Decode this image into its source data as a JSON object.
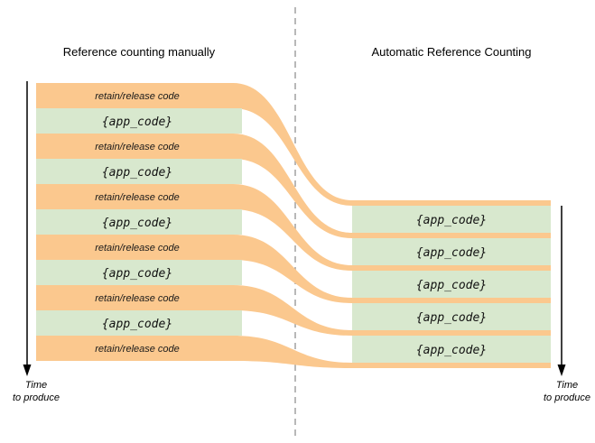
{
  "titles": {
    "left": "Reference counting manually",
    "right": "Automatic Reference Counting"
  },
  "left_column": {
    "bands": [
      {
        "kind": "retain",
        "label": "retain/release code"
      },
      {
        "kind": "app",
        "label": "{app_code}"
      },
      {
        "kind": "retain",
        "label": "retain/release code"
      },
      {
        "kind": "app",
        "label": "{app_code}"
      },
      {
        "kind": "retain",
        "label": "retain/release code"
      },
      {
        "kind": "app",
        "label": "{app_code}"
      },
      {
        "kind": "retain",
        "label": "retain/release code"
      },
      {
        "kind": "app",
        "label": "{app_code}"
      },
      {
        "kind": "retain",
        "label": "retain/release code"
      },
      {
        "kind": "app",
        "label": "{app_code}"
      },
      {
        "kind": "retain",
        "label": "retain/release code"
      }
    ]
  },
  "right_column": {
    "blocks": [
      {
        "label": "{app_code}"
      },
      {
        "label": "{app_code}"
      },
      {
        "label": "{app_code}"
      },
      {
        "label": "{app_code}"
      },
      {
        "label": "{app_code}"
      }
    ]
  },
  "time_axis": {
    "line1": "Time",
    "line2": "to produce"
  },
  "colors": {
    "orange": "#FBC88E",
    "green": "#D8E8CE",
    "dashed": "#999999",
    "arrow": "#000000"
  }
}
